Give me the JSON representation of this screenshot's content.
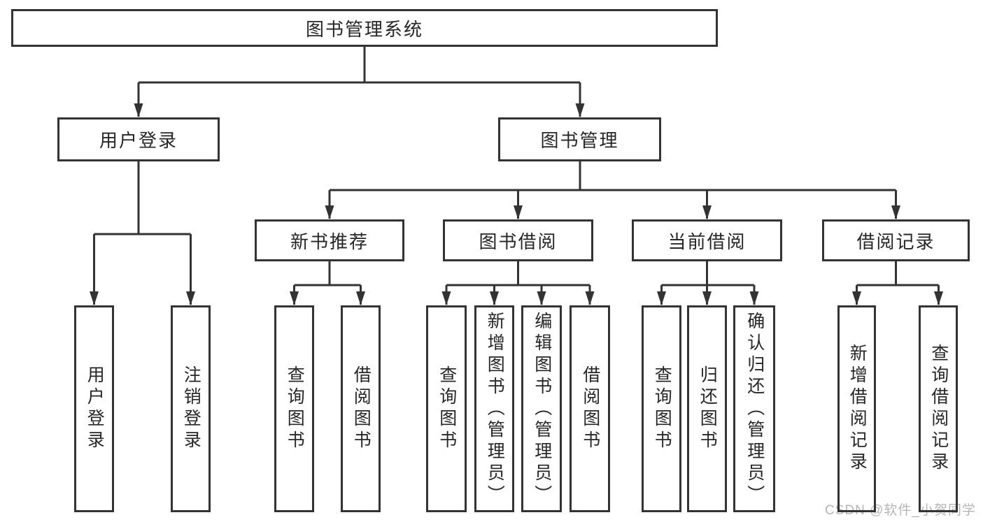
{
  "diagram": {
    "root": {
      "label": "图书管理系统"
    },
    "user_branch": {
      "label": "用户登录",
      "children": [
        {
          "label": "用户登录"
        },
        {
          "label": "注销登录"
        }
      ]
    },
    "mgmt_branch": {
      "label": "图书管理",
      "groups": [
        {
          "label": "新书推荐",
          "children": [
            {
              "label": "查询图书"
            },
            {
              "label": "借阅图书"
            }
          ]
        },
        {
          "label": "图书借阅",
          "children": [
            {
              "label": "查询图书"
            },
            {
              "label": "新增图书（管理员）"
            },
            {
              "label": "编辑图书（管理员）"
            },
            {
              "label": "借阅图书"
            }
          ]
        },
        {
          "label": "当前借阅",
          "children": [
            {
              "label": "查询图书"
            },
            {
              "label": "归还图书"
            },
            {
              "label": "确认归还（管理员）"
            }
          ]
        },
        {
          "label": "借阅记录",
          "children": [
            {
              "label": "新增借阅记录"
            },
            {
              "label": "查询借阅记录"
            }
          ]
        }
      ]
    }
  },
  "watermark": {
    "text": "CSDN @软件_小贺同学"
  },
  "colors": {
    "line": "#333333",
    "text": "#262626",
    "box_background": "#ffffff",
    "watermark": "#b5b5b5"
  }
}
